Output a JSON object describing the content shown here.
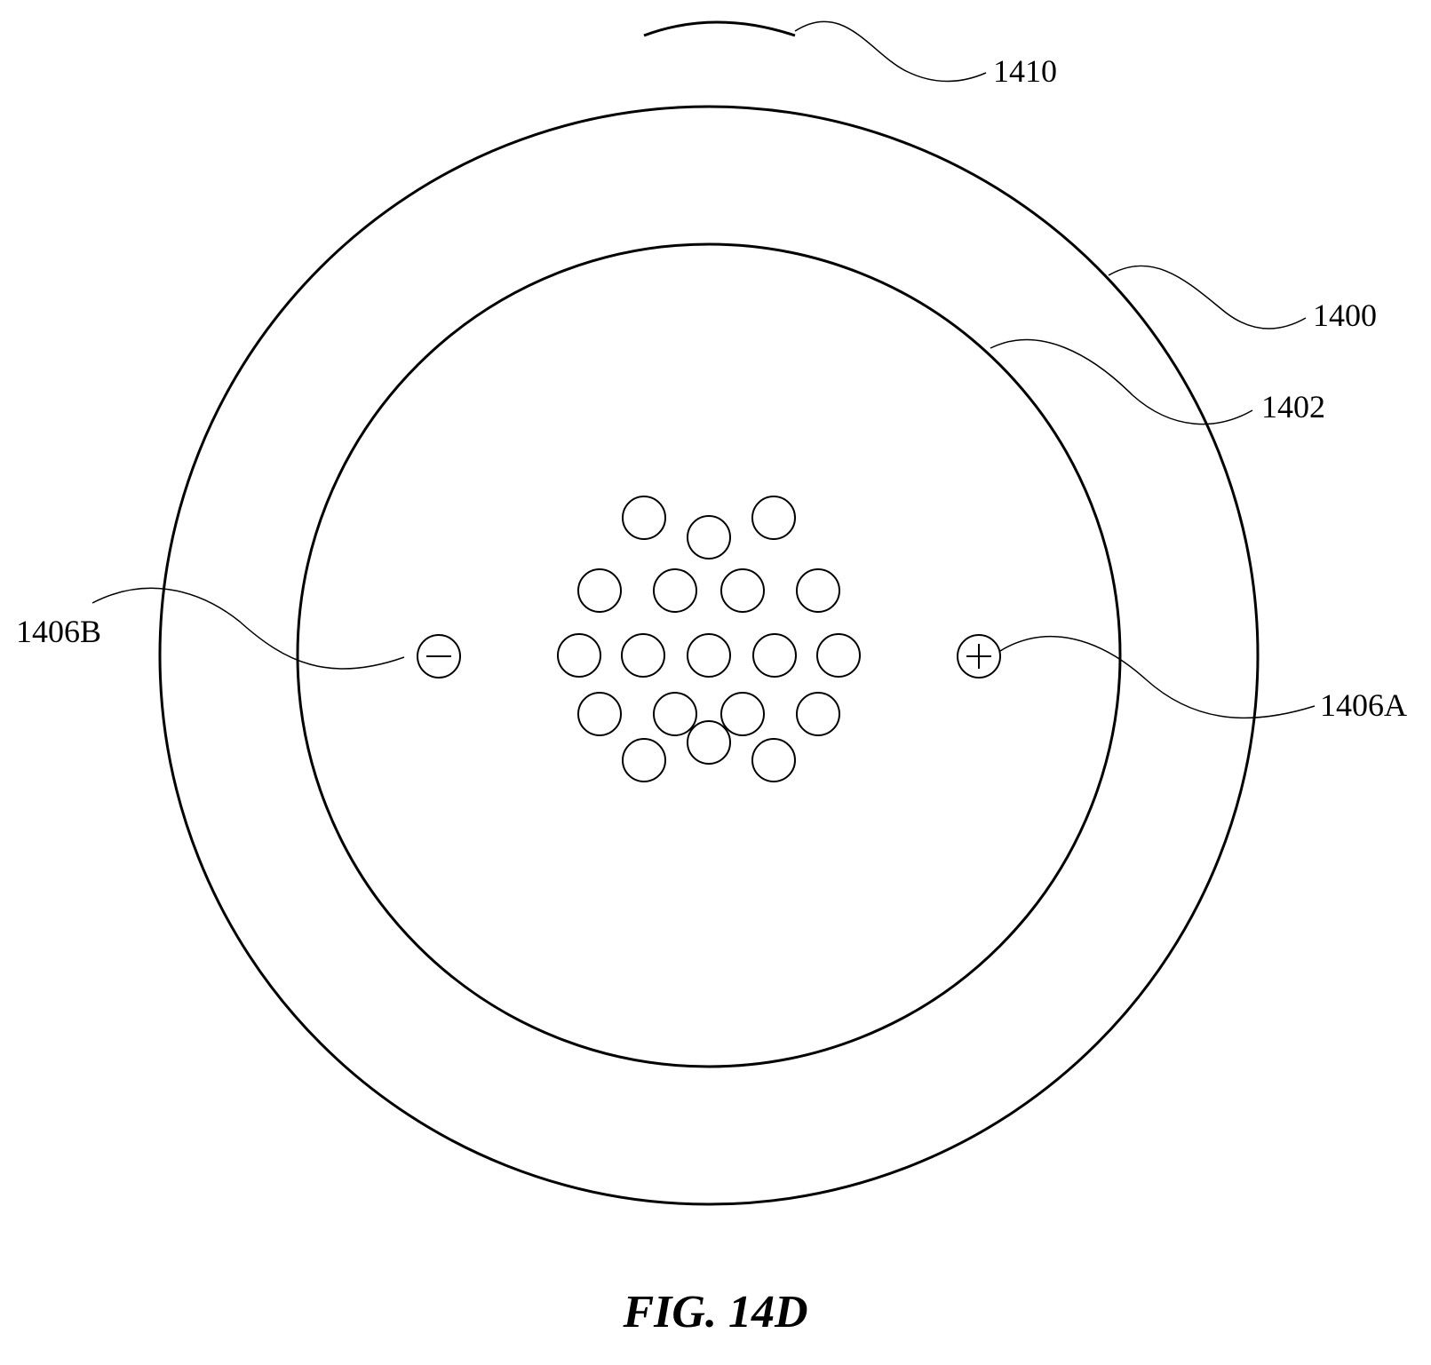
{
  "figure": {
    "caption": "FIG. 14D",
    "colors": {
      "stroke": "#000000",
      "background": "#ffffff"
    },
    "labels": {
      "arc": "1410",
      "outer_circle": "1400",
      "inner_circle": "1402",
      "negative_electrode": "1406B",
      "positive_electrode": "1406A"
    },
    "electrodes": {
      "negative_symbol": "minus-icon",
      "positive_symbol": "plus-icon"
    },
    "hole_pattern": {
      "rows": [
        3,
        4,
        5,
        4,
        3
      ],
      "total": 19
    }
  }
}
